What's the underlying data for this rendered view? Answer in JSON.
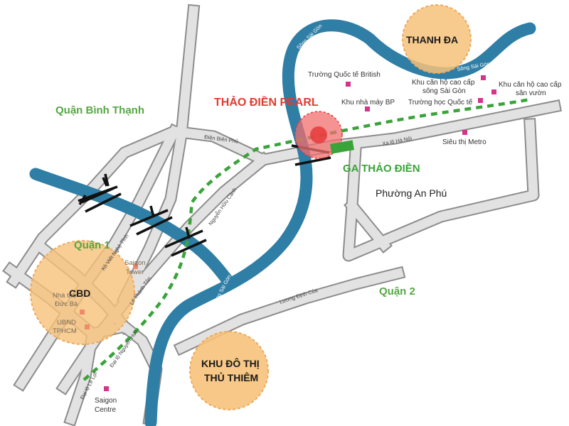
{
  "districts": {
    "binh_thanh": "Quận Bình Thạnh",
    "quan_1": "Quận 1",
    "quan_2": "Quận 2",
    "an_phu": "Phường An Phú"
  },
  "highlights": {
    "pearl": "THẢO ĐIỀN PEARL",
    "station": "GA THẢO ĐIỀN",
    "thanh_da": "THANH ĐA",
    "cbd": "CBD",
    "thu_thiem_1": "KHU ĐÔ THỊ",
    "thu_thiem_2": "THỦ THIÊM"
  },
  "rivers": {
    "top": "Sông Sài Gòn",
    "right": "Sông Sài Gòn",
    "bottom": "Sông Sài Gòn"
  },
  "roads": {
    "dien_bien_phu": "Điện Biên Phủ",
    "xa_lo_ha_noi": "Xa lộ Hà Nội",
    "nguyen_huu_canh": "Nguyễn Hữu Cảnh",
    "xo_viet_nghe_tinh": "Xô Viết Nghệ Tĩnh",
    "ton_duc_thang": "Lê Thánh Tôn",
    "nguyen_hue": "Đại lộ Nguyễn Huệ",
    "le_loi": "Đại lộ Lê Lợi",
    "luong_dinh_cua": "Lương Định Của"
  },
  "pois": {
    "british": "Trường Quốc tế British",
    "bp": "Khu nhà máy BP",
    "song_sai_gon_1": "Khu căn hộ cao cấp",
    "song_sai_gon_2": "sông Sài Gòn",
    "san_vuon_1": "Khu căn hộ cao cấp",
    "san_vuon_2": "sân vườn",
    "intl_school": "Trường học Quốc tế",
    "metro": "Siêu thị Metro",
    "saigon_tower_1": "Saigon",
    "saigon_tower_2": "Tower",
    "nha_tho_1": "Nhà thờ",
    "nha_tho_2": "Đức Bà",
    "ubnd_1": "UBND",
    "ubnd_2": "TPHCM",
    "saigon_centre_1": "Saigon",
    "saigon_centre_2": "Centre"
  },
  "colors": {
    "river": "#2f7ea6",
    "metro_line": "#3aa33a",
    "highlight_circle": "#f6c27a",
    "pearl_marker": "#e53b3b",
    "poi": "#d6338a"
  }
}
